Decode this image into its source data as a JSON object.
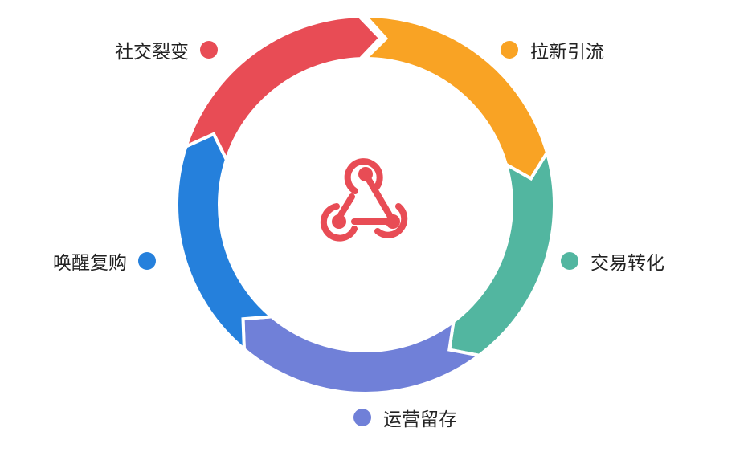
{
  "stages": [
    {
      "label": "拉新引流",
      "color": "#F9A324"
    },
    {
      "label": "交易转化",
      "color": "#52B6A0"
    },
    {
      "label": "运营留存",
      "color": "#7080D8"
    },
    {
      "label": "唤醒复购",
      "color": "#2580DC"
    },
    {
      "label": "社交裂变",
      "color": "#E84C55"
    }
  ],
  "center_icon": {
    "name": "webhook-icon",
    "color": "#E84C55"
  }
}
